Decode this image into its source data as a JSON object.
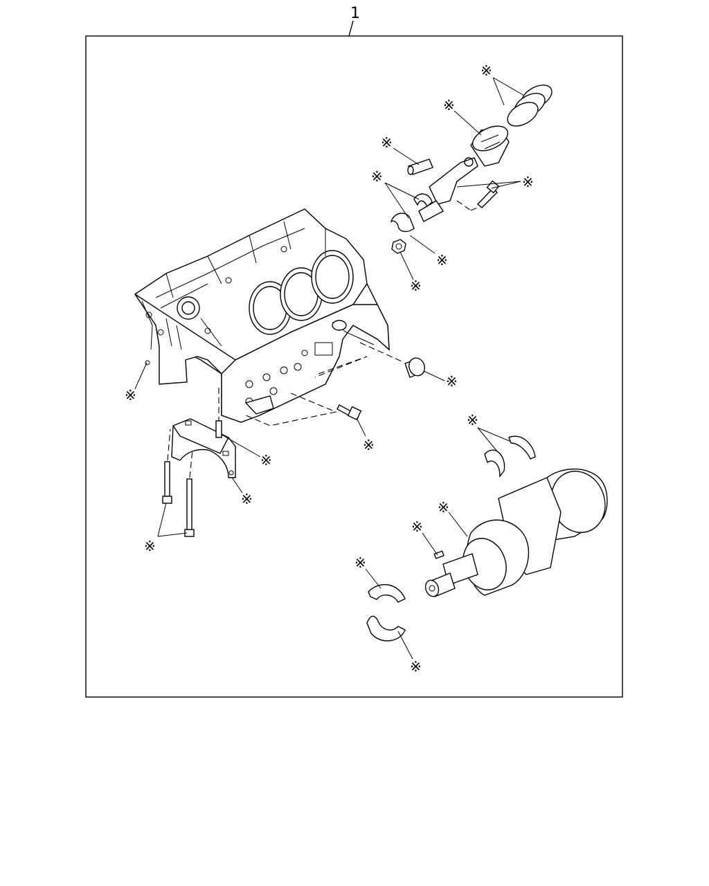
{
  "callout": {
    "number": "1"
  },
  "marker_symbol": "※",
  "markers": [
    {
      "id": "piston-rings"
    },
    {
      "id": "piston"
    },
    {
      "id": "piston-pin"
    },
    {
      "id": "conrod-bolt"
    },
    {
      "id": "conrod-bearing-upper"
    },
    {
      "id": "conrod-bearing-lower"
    },
    {
      "id": "conrod-nut"
    },
    {
      "id": "block-pin"
    },
    {
      "id": "oil-plug"
    },
    {
      "id": "block-bolt"
    },
    {
      "id": "thrust-washers"
    },
    {
      "id": "dowel"
    },
    {
      "id": "main-cap"
    },
    {
      "id": "crankshaft"
    },
    {
      "id": "crank-key"
    },
    {
      "id": "cap-bolts"
    },
    {
      "id": "main-bearing-upper"
    },
    {
      "id": "main-bearing-lower"
    }
  ]
}
